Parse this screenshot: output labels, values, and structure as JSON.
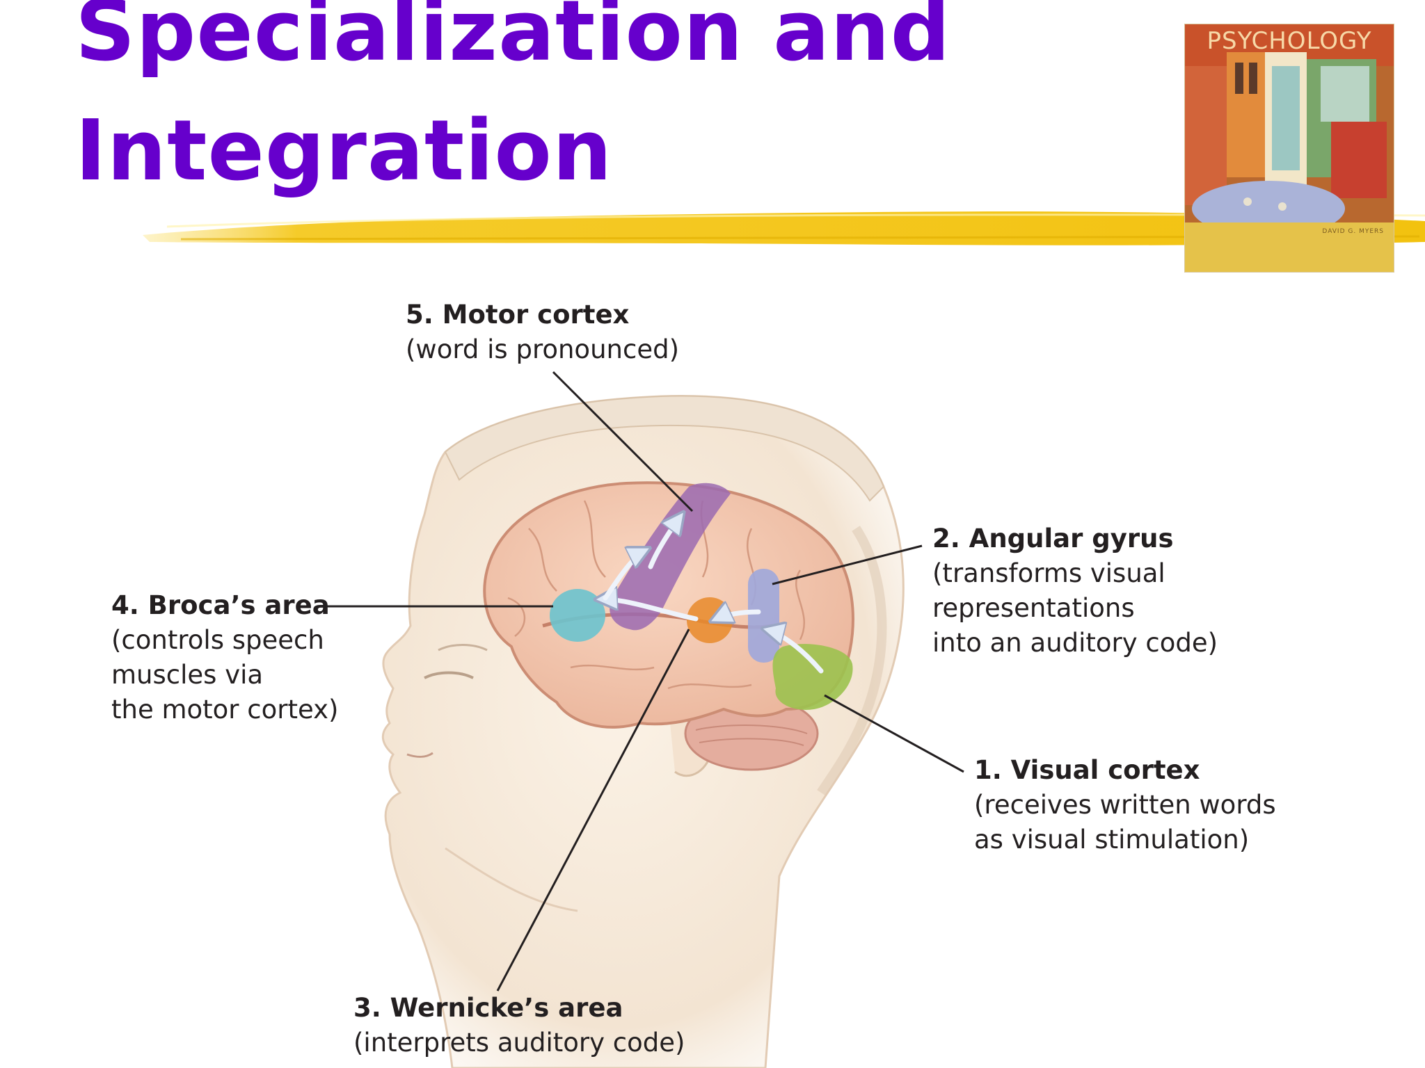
{
  "slide": {
    "title_lines": [
      "Specialization and",
      "Integration"
    ],
    "title_color": "#6600CC",
    "accent_color": "#F2C20F"
  },
  "book_cover": {
    "title": "PSYCHOLOGY",
    "author": "DAVID G. MYERS"
  },
  "diagram": {
    "labels": [
      {
        "id": "motor-cortex",
        "heading": "5. Motor cortex",
        "lines": [
          "(word is pronounced)"
        ]
      },
      {
        "id": "angular-gyrus",
        "heading": "2. Angular gyrus",
        "lines": [
          "(transforms visual",
          "representations",
          "into an auditory code)"
        ]
      },
      {
        "id": "brocas-area",
        "heading": "4. Broca’s area",
        "lines": [
          "(controls speech",
          "muscles via",
          "the motor cortex)"
        ]
      },
      {
        "id": "visual-cortex",
        "heading": "1. Visual cortex",
        "lines": [
          "(receives written words",
          "as visual stimulation)"
        ]
      },
      {
        "id": "wernickes-area",
        "heading": "3. Wernicke’s area",
        "lines": [
          "(interprets auditory code)"
        ]
      }
    ],
    "region_colors": {
      "motor-cortex": "#9B6AB0",
      "angular-gyrus": "#9EA7DC",
      "brocas-area": "#6CC3CE",
      "visual-cortex": "#9CC24F",
      "wernickes-area": "#E8892A"
    }
  }
}
